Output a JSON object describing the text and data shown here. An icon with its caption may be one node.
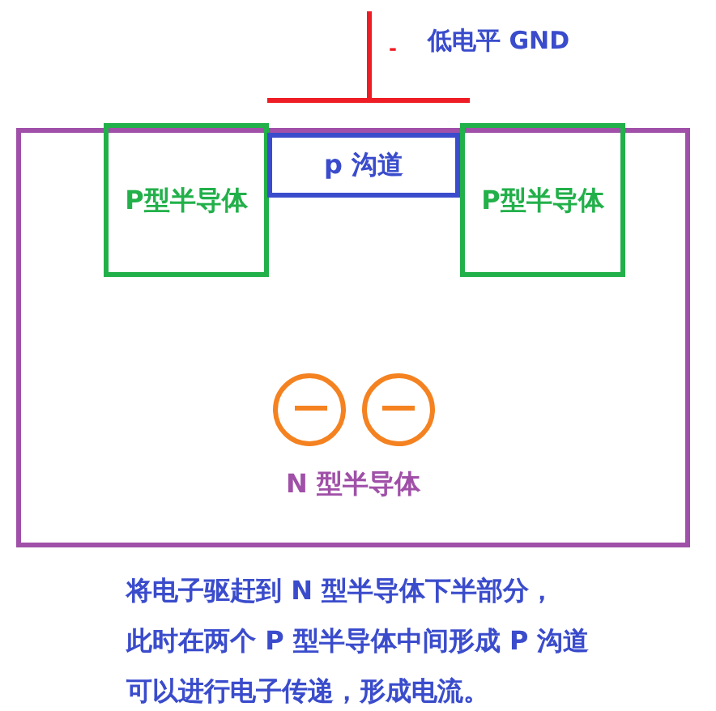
{
  "diagram": {
    "nodes": [
      {
        "text": [
          "N 型半导体"
        ]
      },
      {
        "text": [
          "P型半导体"
        ],
        "in": 0
      },
      {
        "text": [
          "P型半导体"
        ],
        "in": 0
      },
      {
        "text": [
          "p 沟道"
        ],
        "in": 0
      }
    ],
    "labels": [
      "-",
      "低电平 GND",
      "将电子驱赶到 N 型半导体下半部分，",
      "此时在两个 P 型半导体中间形成 P 沟道",
      "可以进行电子传递，形成电流。"
    ]
  }
}
